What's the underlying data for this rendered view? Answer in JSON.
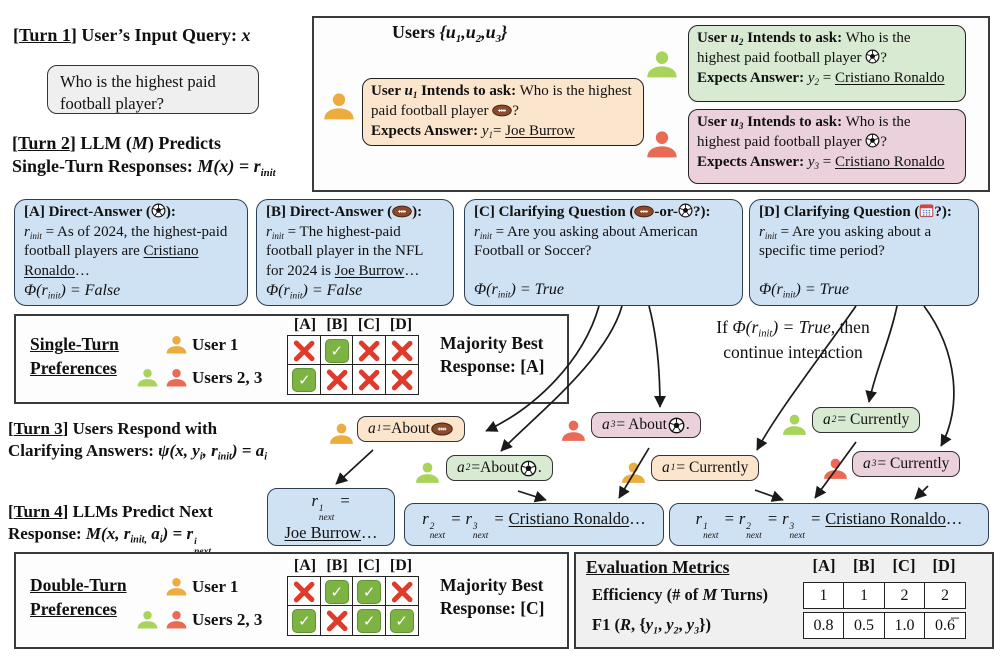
{
  "colors": {
    "blue_box": "#cfe2f3",
    "peach_box": "#fce5cd",
    "green_box": "#d9ead3",
    "pink_box": "#ead1dc",
    "gray_box": "#efefef",
    "user_orange": "#ECAC3F",
    "user_green": "#A8D45C",
    "user_red": "#E96A55",
    "check_green": "#7CB342",
    "cross_red": "#DF3A2C"
  },
  "g": {
    "r": "r",
    "i": "i",
    "a": "a",
    "y": "y",
    "u": "u",
    "M": "M",
    "x": "x",
    "R": "R",
    "init": "init",
    "next": "next",
    "phi": "Φ(",
    "cpeq": ") = ",
    "true": "True",
    "false": "False",
    "n1": "1",
    "n2": "2",
    "n3": "3",
    "sep": ",",
    "ell": "…",
    "obrace": "{",
    "cbrace": "}"
  },
  "t1": {
    "open": "[",
    "label": "Turn 1",
    "close": "]",
    "rest": " User’s Input Query: ",
    "x": "x"
  },
  "query": "Who is the highest paid football player?",
  "t2": {
    "open": "[",
    "label": "Turn 2",
    "close": "]",
    "l1": " LLM (",
    "l1b": ") Predicts",
    "l2": "Single-Turn Responses: ",
    "fx": "(x) = "
  },
  "users": {
    "title": "Users ",
    "u1": {
      "b1": "User ",
      "sub": "1",
      "b2": " Intends to ask:",
      "q": " Who is the highest paid football player ",
      "qm": "?",
      "b3": "Expects Answer: ",
      "ysub": "1",
      "eq": "= ",
      "ans": "Joe Burrow",
      "icon": "football-icon"
    },
    "u2": {
      "b1": "User ",
      "sub": "2",
      "b2": " Intends to ask:",
      "q": " Who is the highest paid football player ",
      "qm": "?",
      "b3": "Expects Answer: ",
      "ysub": "2",
      "eq": " = ",
      "ans": "Cristiano Ronaldo",
      "icon": "soccer-ball-icon"
    },
    "u3": {
      "b1": "User ",
      "sub": "3",
      "b2": " Intends to ask:",
      "q": " Who is the highest paid football player ",
      "qm": "?",
      "b3": "Expects Answer: ",
      "ysub": "3",
      "eq": " = ",
      "ans": "Cristiano Ronaldo",
      "icon": "soccer-ball-icon"
    }
  },
  "boxA": {
    "t1": "[A] Direct-Answer (",
    "t2": "):",
    "icon": "soccer-ball-icon",
    "b1": " = As of 2024, the highest-paid football players are ",
    "name": "Cristiano Ronaldo",
    "ell": "…",
    "phi": "False"
  },
  "boxB": {
    "t1": "[B] Direct-Answer (",
    "t2": "):",
    "icon": "football-icon",
    "b1": " = The highest-paid football player in the NFL for 2024 is ",
    "name": "Joe Burrow",
    "ell": "…",
    "phi": "False"
  },
  "boxC": {
    "t1": "[C] Clarifying Question (",
    "mid": "-or-",
    "t2": "?):",
    "icon1": "football-icon",
    "icon2": "soccer-ball-icon",
    "b1": " = Are you asking about American Football or Soccer?",
    "phi": "True"
  },
  "boxD": {
    "t1": "[D] Clarifying Question (",
    "t2": "?):",
    "icon": "calendar-icon",
    "b1": " = Are you asking about a specific time period?",
    "phi": "True"
  },
  "single": {
    "title1": "Single-Turn",
    "title2": "Preferences",
    "row1": "User 1",
    "row2": "Users 2, 3",
    "headers": [
      "[A]",
      "[B]",
      "[C]",
      "[D]"
    ],
    "marks1": [
      "x",
      "check",
      "x",
      "x"
    ],
    "marks2": [
      "check",
      "x",
      "x",
      "x"
    ],
    "maj1": "Majority Best",
    "maj2": "Response: [A]"
  },
  "note": {
    "a": "If ",
    "b": "True,",
    "c": " then",
    "l2": "continue interaction"
  },
  "t3": {
    "open": "[",
    "label": "Turn 3",
    "close": "]",
    "l1": " Users Respond with",
    "l2": "Clarifying Answers: ",
    "f1": "ψ(x, y",
    "f2": ", r",
    "f3": ") = a"
  },
  "t4": {
    "open": "[",
    "label": "Turn 4",
    "close": "]",
    "l1": " LLMs Predict Next",
    "l2": "Response: ",
    "f1": "M(x, r",
    "s1": "init,",
    "f2": " a",
    "f3": ") = r"
  },
  "ans": {
    "a1_about": {
      "v": "a",
      "s": "1",
      "t": "=About ",
      "suffix": "",
      "icon": "football-icon"
    },
    "a2_about": {
      "v": "a",
      "s": "2",
      "t": " =About ",
      "suffix": ".",
      "icon": "soccer-ball-icon"
    },
    "a3_about": {
      "v": "a",
      "s": "3",
      "t": " = About ",
      "suffix": ".",
      "icon": "soccer-ball-icon"
    },
    "a2_curr": {
      "v": "a",
      "s": "2",
      "t": " = Currently"
    },
    "a1_curr": {
      "v": "a",
      "s": "1",
      "t": "= Currently"
    },
    "a3_curr": {
      "v": "a",
      "s": "3",
      "t": " = Currently"
    }
  },
  "resp": {
    "r1": {
      "eq": " =",
      "name": "Joe Burrow",
      "ell": "…"
    },
    "r23": {
      "eq1": " = ",
      "eq2": " = ",
      "name": "Cristiano Ronaldo",
      "ell": "…"
    },
    "r123": {
      "eq1": " = ",
      "eq2": " = ",
      "eq3": " = ",
      "name": "Cristiano Ronaldo",
      "ell": "…"
    }
  },
  "double": {
    "title1": "Double-Turn",
    "title2": "Preferences",
    "row1": "User 1",
    "row2": "Users 2, 3",
    "headers": [
      "[A]",
      "[B]",
      "[C]",
      "[D]"
    ],
    "marks1": [
      "x",
      "check",
      "check",
      "x"
    ],
    "marks2": [
      "check",
      "x",
      "check",
      "check"
    ],
    "maj1": "Majority Best",
    "maj2": "Response: [C]"
  },
  "eval": {
    "title": "Evaluation Metrics",
    "headers": [
      "[A]",
      "[B]",
      "[C]",
      "[D]"
    ],
    "r1a": "Efficiency (# of ",
    "r1b": " Turns)",
    "f1a": "F1 (",
    "f1b": ", {",
    "sep": ", ",
    "f1c": "})",
    "row1": [
      "1",
      "1",
      "2",
      "2"
    ],
    "row2": [
      "0.8",
      "0.5",
      "1.0",
      "0.6̅"
    ]
  }
}
